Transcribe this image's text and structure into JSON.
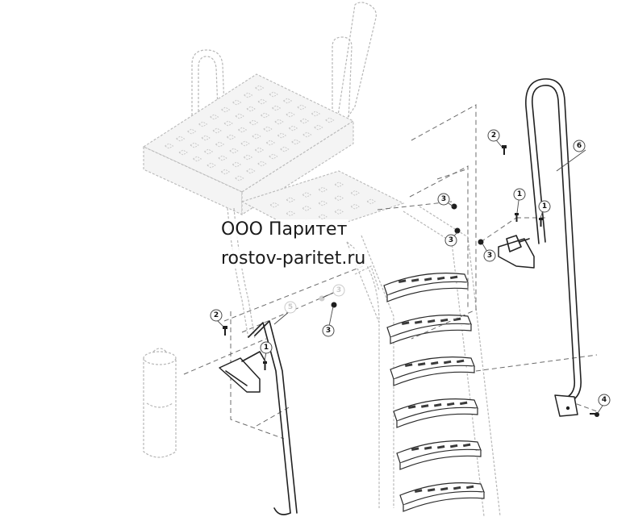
{
  "watermark": {
    "company": "ООО Паритет",
    "website": "rostov-paritet.ru"
  },
  "callouts": {
    "c1a": "1",
    "c1b": "1",
    "c1c": "1",
    "c2a": "2",
    "c2b": "2",
    "c3a": "3",
    "c3b": "3",
    "c3c": "3",
    "c3d": "3",
    "c3e": "3",
    "c4": "4",
    "c5": "5",
    "c6": "6"
  }
}
